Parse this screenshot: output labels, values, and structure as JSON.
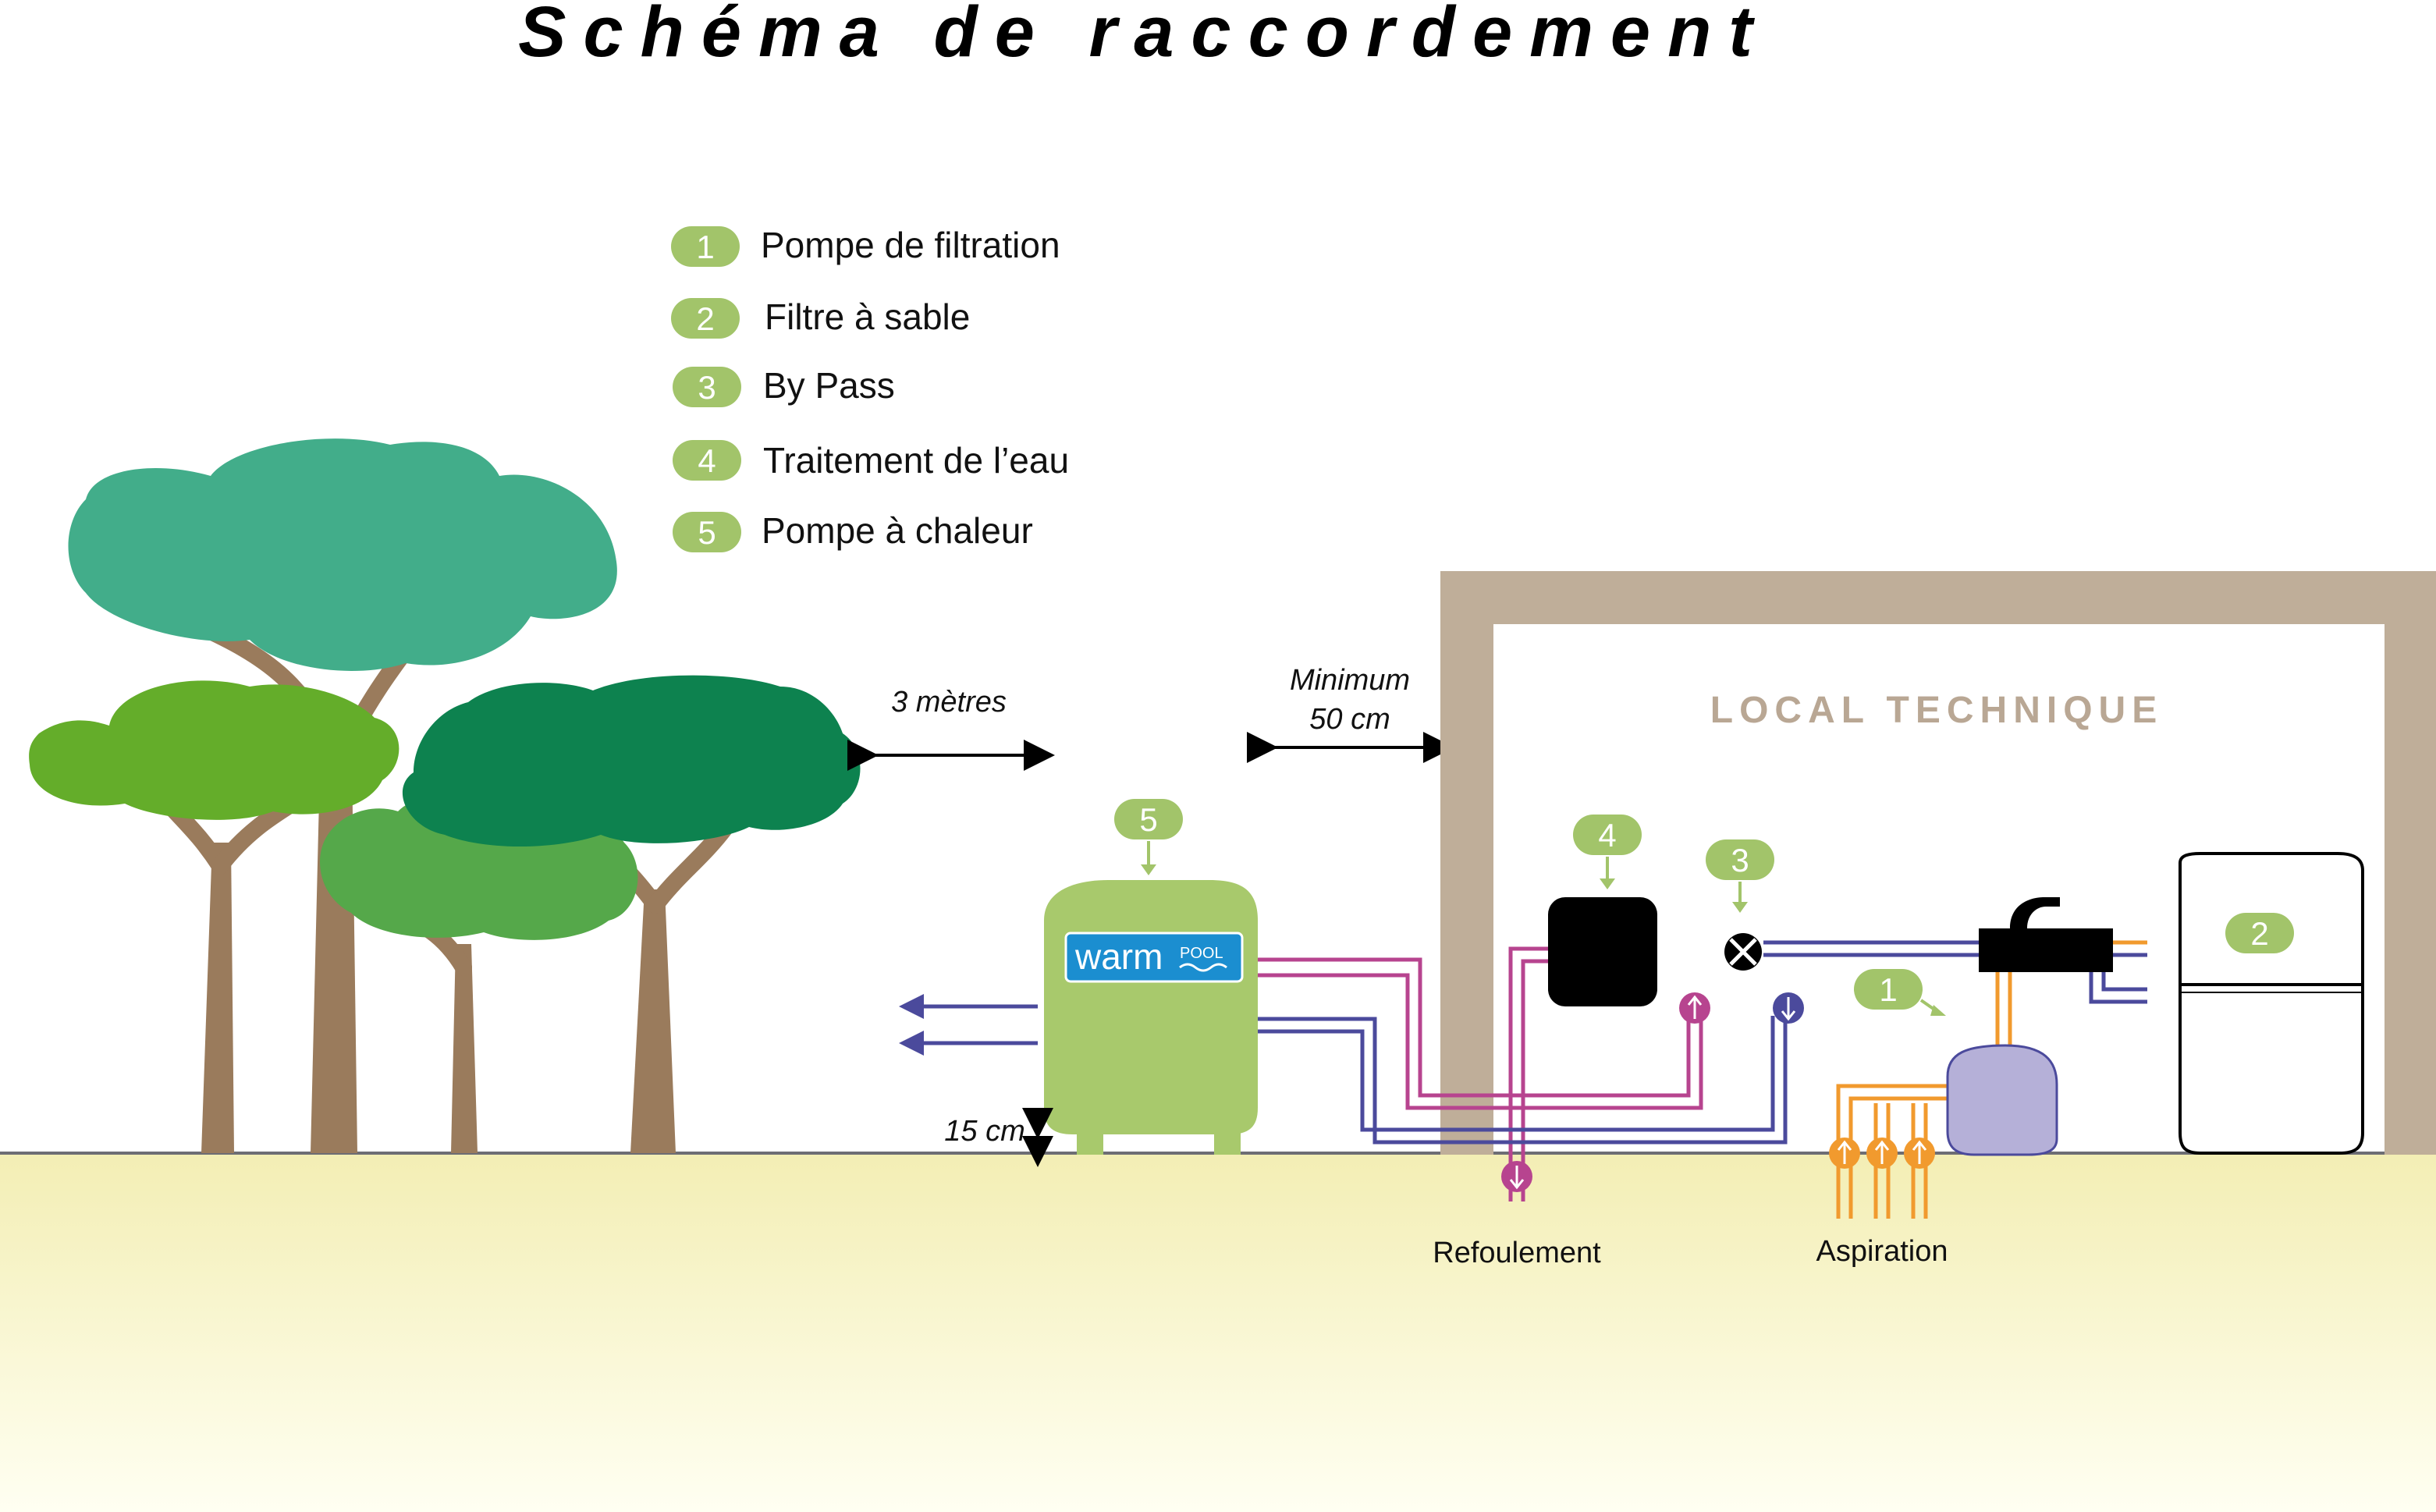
{
  "title": "Schéma de raccordement",
  "legend": [
    {
      "num": "1",
      "label": "Pompe de filtration"
    },
    {
      "num": "2",
      "label": "Filtre à sable"
    },
    {
      "num": "3",
      "label": "By Pass"
    },
    {
      "num": "4",
      "label": "Traitement de l’eau"
    },
    {
      "num": "5",
      "label": "Pompe à chaleur"
    }
  ],
  "dimensions": {
    "trees_distance": "3 mètres",
    "wall_distance_line1": "Minimum",
    "wall_distance_line2": "50 cm",
    "ground_clearance": "15 cm"
  },
  "room_label": "LOCAL TECHNIQUE",
  "brand": {
    "main": "warm",
    "sub": "POOL"
  },
  "callouts": {
    "pump": "1",
    "filter": "2",
    "bypass": "3",
    "treatment": "4",
    "heatpump": "5"
  },
  "bottom_labels": {
    "discharge": "Refoulement",
    "suction": "Aspiration"
  },
  "colors": {
    "badge_green": "#a2c46a",
    "heatpump_body": "#a8c96c",
    "hot_pipe": "#b7448f",
    "cold_pipe": "#4b4a9c",
    "suction_pipe": "#f19a2e",
    "wall": "#bfae99",
    "ground": "#f4f0b8",
    "pump_body": "#b5b0d8"
  }
}
